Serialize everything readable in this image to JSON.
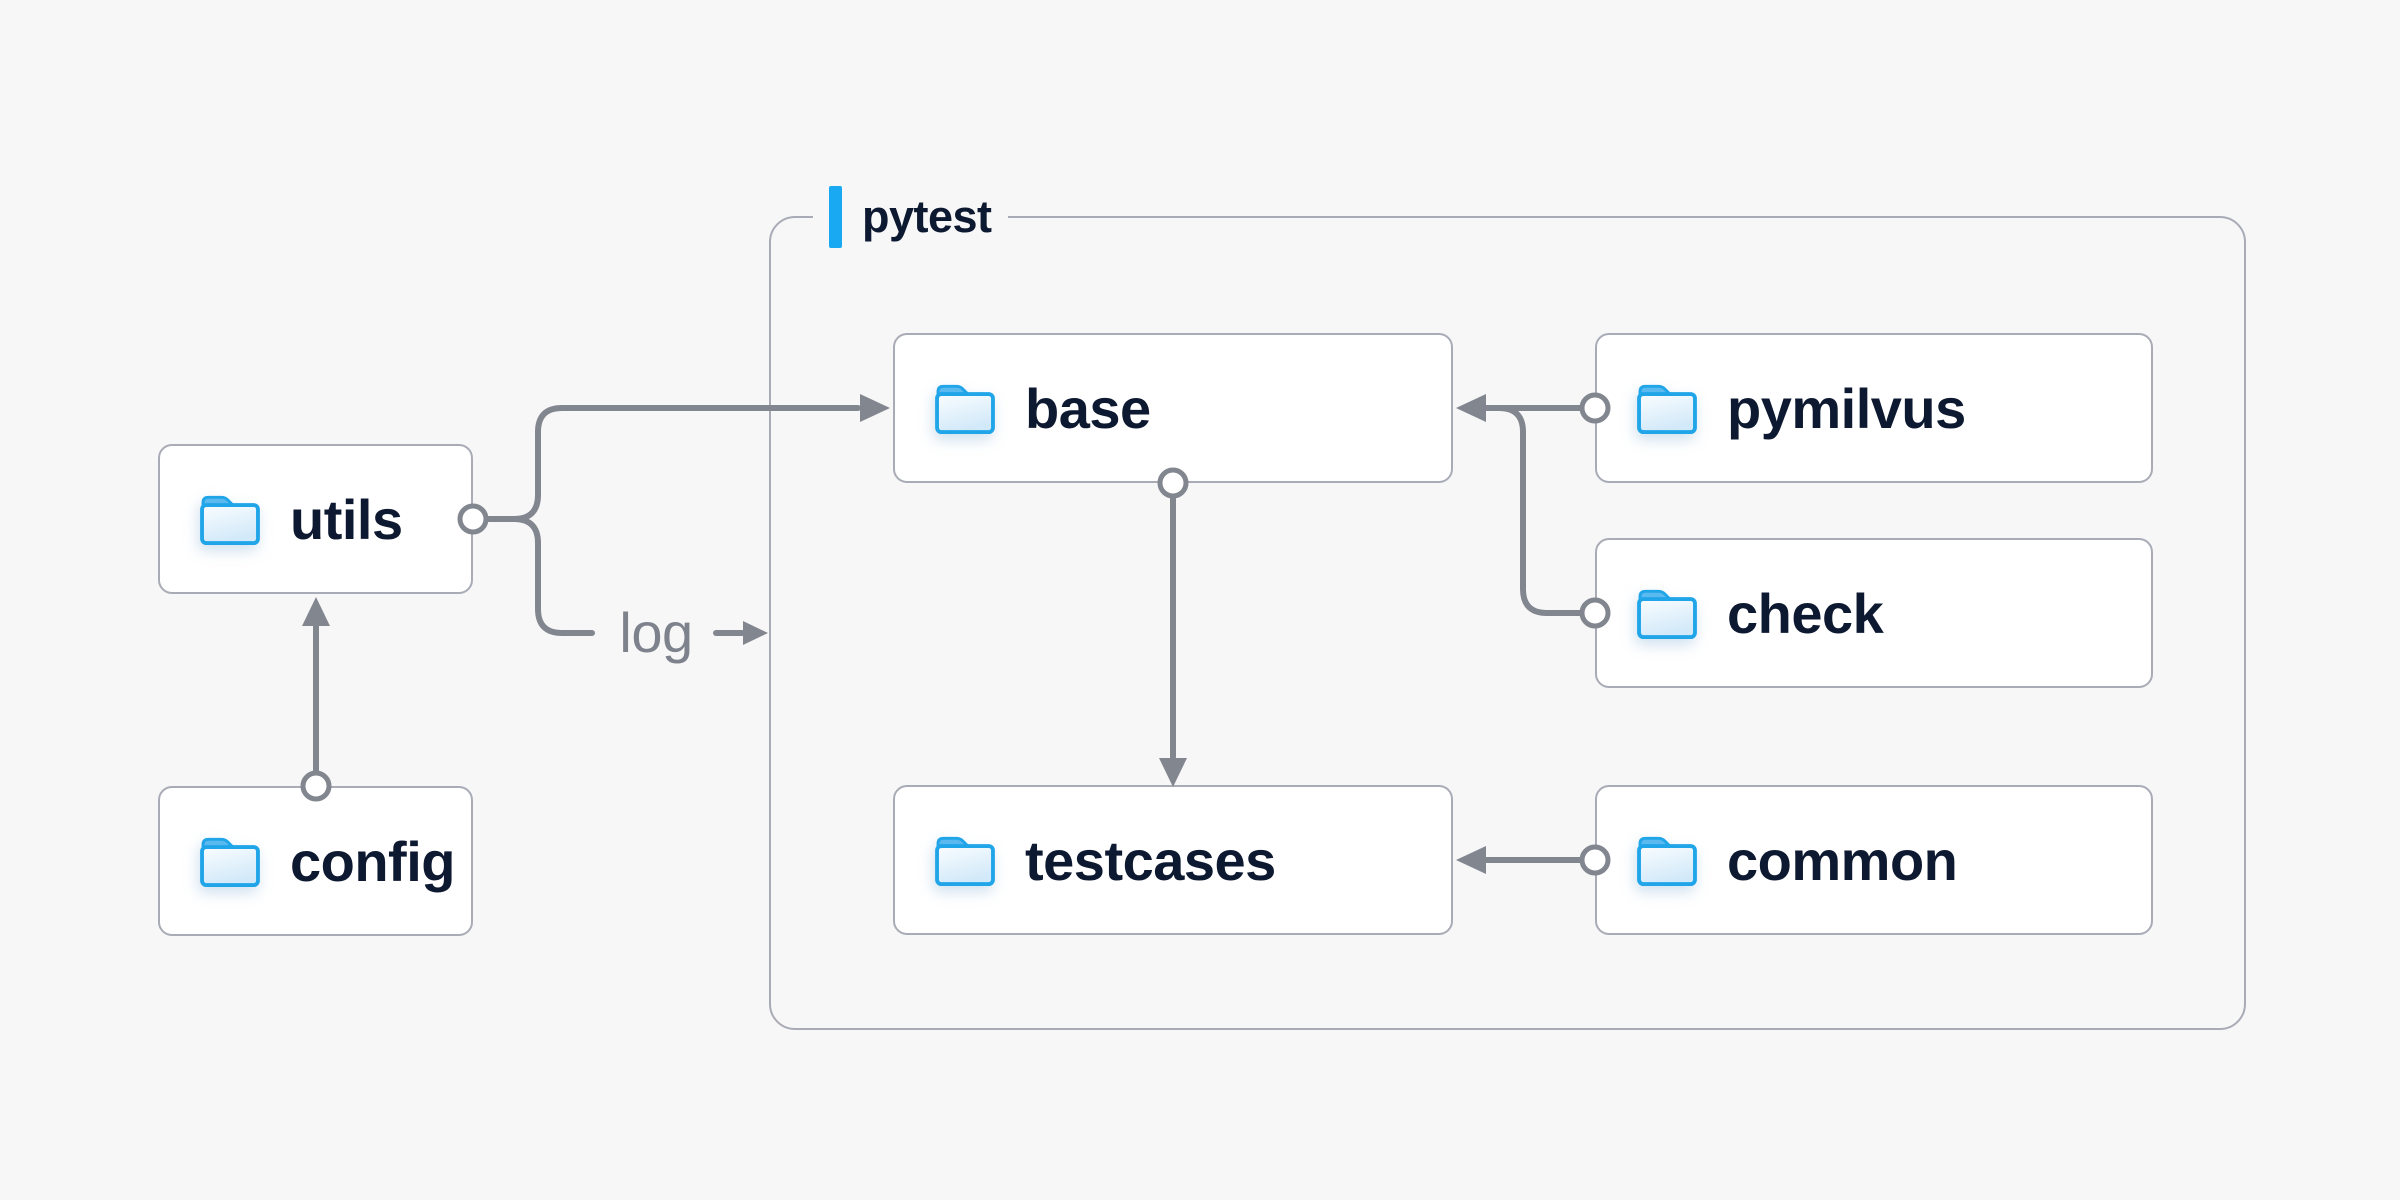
{
  "group": {
    "label": "pytest"
  },
  "nodes": {
    "utils": {
      "label": "utils",
      "icon": "folder-icon"
    },
    "config": {
      "label": "config",
      "icon": "folder-icon"
    },
    "base": {
      "label": "base",
      "icon": "folder-icon"
    },
    "testcases": {
      "label": "testcases",
      "icon": "folder-icon"
    },
    "pymilvus": {
      "label": "pymilvus",
      "icon": "folder-icon"
    },
    "check": {
      "label": "check",
      "icon": "folder-icon"
    },
    "common": {
      "label": "common",
      "icon": "folder-icon"
    }
  },
  "edges": {
    "log_label": "log",
    "list": [
      {
        "from": "utils",
        "to": "base",
        "label": ""
      },
      {
        "from": "utils",
        "to": "pytest",
        "label": "log"
      },
      {
        "from": "config",
        "to": "utils",
        "label": ""
      },
      {
        "from": "base",
        "to": "testcases",
        "label": ""
      },
      {
        "from": "pymilvus",
        "to": "base",
        "label": ""
      },
      {
        "from": "check",
        "to": "base",
        "label": ""
      },
      {
        "from": "common",
        "to": "testcases",
        "label": ""
      }
    ]
  },
  "colors": {
    "background": "#f7f7f8",
    "node_background": "#ffffff",
    "node_border": "#a9abb6",
    "group_border": "#a9abb6",
    "connector": "#82868f",
    "node_label_text": "#0d1930",
    "edge_label_text": "#7e828c",
    "accent_blue": "#19a8f2",
    "folder_outline_blue": "#21a5e9",
    "folder_tab_blue": "#5ab9ee"
  }
}
